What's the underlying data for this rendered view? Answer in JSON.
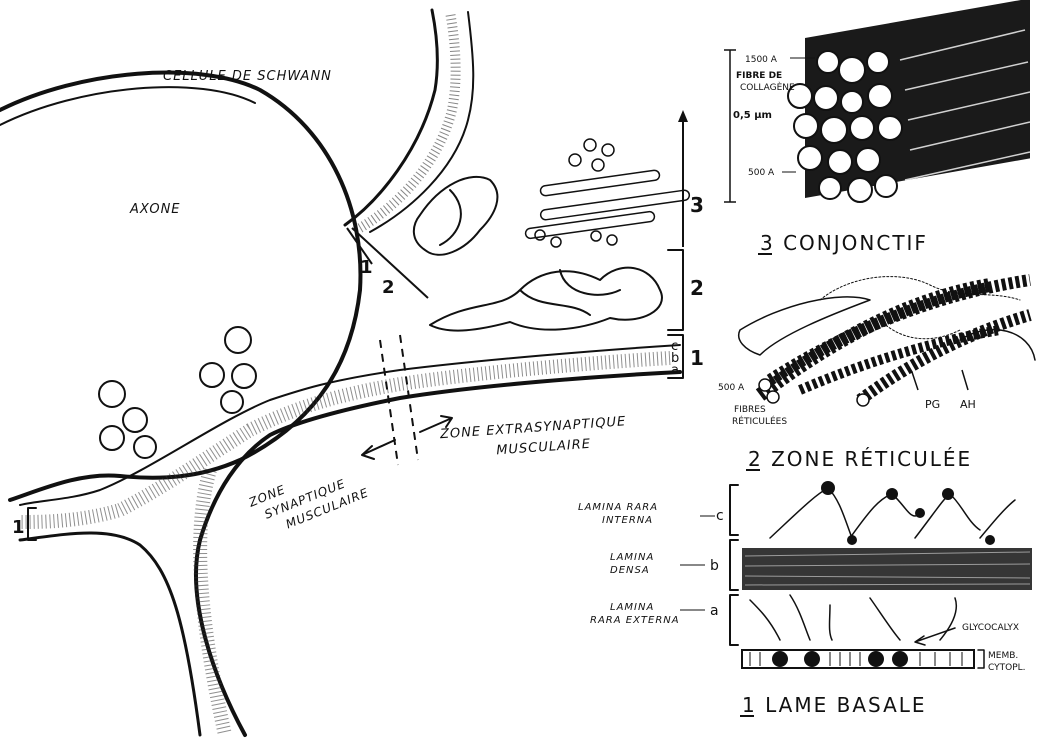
{
  "labels": {
    "schwann_cell": "CELLULE DE SCHWANN",
    "axon": "AXONE",
    "extrasynaptic_zone_line1": "ZONE EXTRASYNAPTIQUE",
    "extrasynaptic_zone_line2": "MUSCULAIRE",
    "synaptic_zone_line1": "ZONE",
    "synaptic_zone_line2": "SYNAPTIQUE",
    "synaptic_zone_line3": "MUSCULAIRE",
    "left_marker": "1",
    "diag_marker_1": "1",
    "diag_marker_2": "2",
    "layer_marker_1": "1",
    "layer_marker_2": "2",
    "layer_marker_3": "3",
    "layer_a": "a",
    "layer_b": "b",
    "layer_c": "c"
  },
  "panel_conjonctif": {
    "title": "3  CONJONCTIF",
    "label_1500": "1500 A",
    "label_fibre_line1": "FIBRE DE",
    "label_fibre_line2": "COLLAGÈNE",
    "label_diameter": "0,5 µm",
    "label_500": "500 A"
  },
  "panel_reticulee": {
    "title": "2  ZONE  RÉTICULÉE",
    "label_500": "500 A",
    "label_fibres_line1": "FIBRES",
    "label_fibres_line2": "RÉTICULÉES",
    "label_pg": "PG",
    "label_ah": "AH"
  },
  "panel_lame": {
    "title": "1  LAME  BASALE",
    "rara_interna_line1": "LAMINA RARA",
    "rara_interna_line2": "INTERNA",
    "densa_line1": "LAMINA",
    "densa_line2": "DENSA",
    "rara_externa_line1": "LAMINA",
    "rara_externa_line2": "RARA EXTERNA",
    "letter_c": "c",
    "letter_b": "b",
    "letter_a": "a",
    "glycocalyx": "GLYCOCALYX",
    "memb_line1": "MEMB.",
    "memb_line2": "CYTOPL."
  }
}
